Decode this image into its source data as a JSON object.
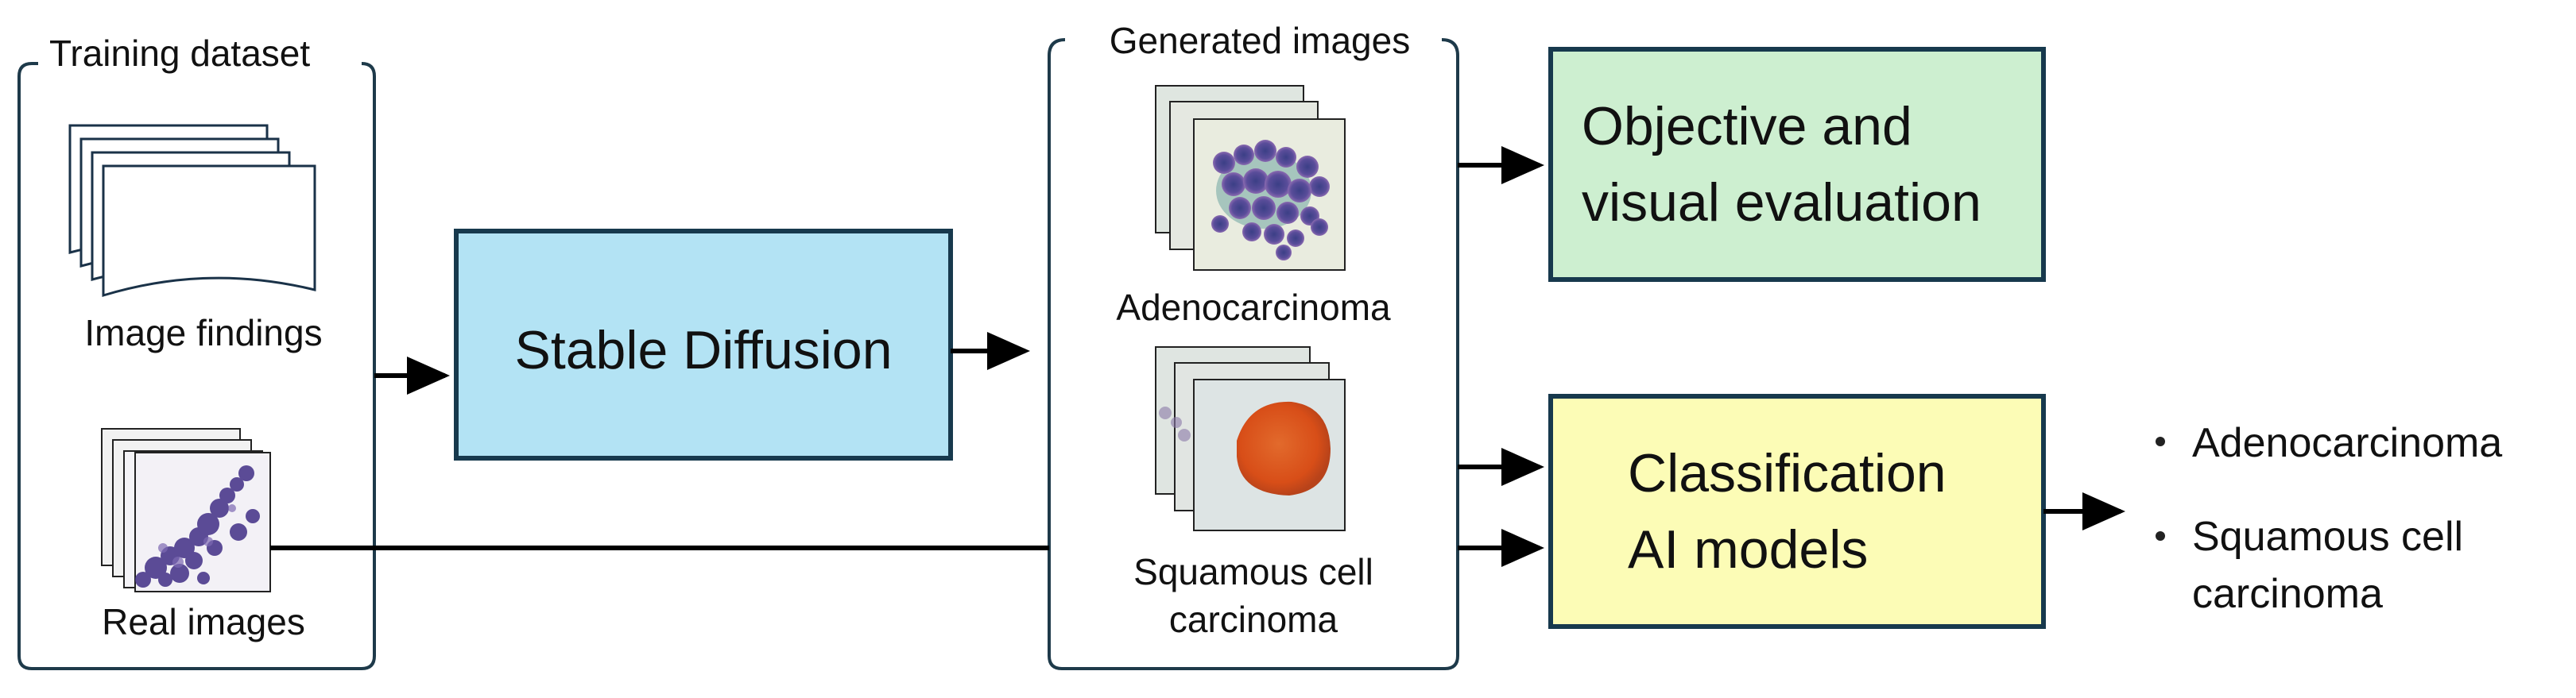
{
  "training": {
    "title": "Training dataset",
    "image_findings": "Image findings",
    "real_images": "Real images"
  },
  "stable_diffusion": {
    "label": "Stable Diffusion",
    "color": "#B3E3F4"
  },
  "generated": {
    "title": "Generated images",
    "adeno": "Adenocarcinoma",
    "squamous_line1": "Squamous cell",
    "squamous_line2": "carcinoma"
  },
  "evaluation": {
    "line1": "Objective and",
    "line2": "visual evaluation",
    "color": "#CDEFD0"
  },
  "classification": {
    "line1": "Classification",
    "line2": "AI models",
    "color": "#FCFCB6"
  },
  "outputs": {
    "item1": "Adenocarcinoma",
    "item2_line1": "Squamous cell",
    "item2_line2": "carcinoma"
  },
  "colors": {
    "frame": "#1E3A4A",
    "box_border": "#17394D",
    "arrow": "#000000"
  },
  "icons": [
    "document-stack-icon",
    "micrograph-stack-icon",
    "adenocarcinoma-tile-stack-icon",
    "squamous-tile-stack-icon"
  ]
}
